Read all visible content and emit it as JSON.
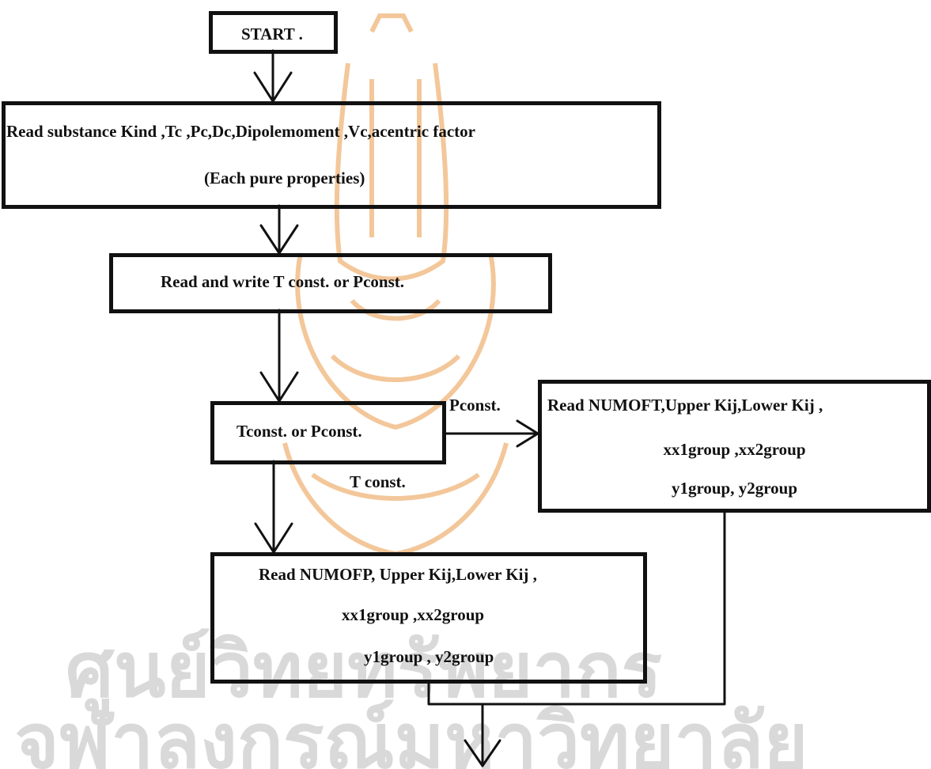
{
  "watermark": {
    "text_line1": "ศูนย์วิทยทรัพยากร",
    "text_line2": "จุฬาลงกรณ์มหาวิทยาลัย",
    "seal_color": "#f3c79a",
    "text_color": "#d9d9d9"
  },
  "start": {
    "label": "START ."
  },
  "read_substance": {
    "line1": "Read  substance Kind ,Tc ,Pc,Dc,Dipolemoment ,Vc,acentric  factor",
    "line2": "(Each pure properties)"
  },
  "read_write": {
    "label": "Read  and  write  T  const.  or  Pconst."
  },
  "decision": {
    "label": "Tconst.  or  Pconst.",
    "branch_p_label": "Pconst.",
    "branch_t_label": "T const."
  },
  "read_numoft": {
    "line1": "Read NUMOFT,Upper Kij,Lower Kij ,",
    "line2": "xx1group  ,xx2group",
    "line3": "y1group, y2group"
  },
  "read_numofp": {
    "line1": "Read  NUMOFP, Upper Kij,Lower  Kij ,",
    "line2": "xx1group  ,xx2group",
    "line3": "y1group  ,  y2group"
  }
}
